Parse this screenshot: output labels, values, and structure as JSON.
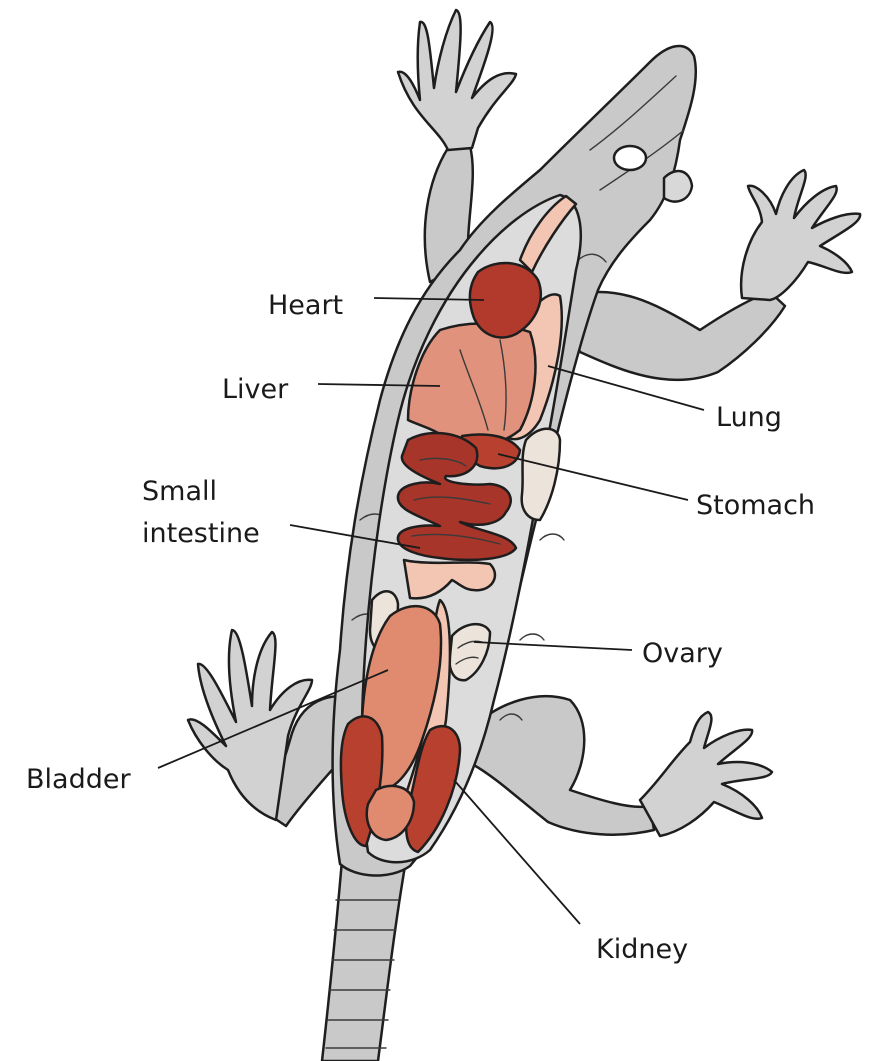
{
  "diagram": {
    "labels": {
      "heart": "Heart",
      "liver": "Liver",
      "lung": "Lung",
      "small_intestine_line1": "Small",
      "small_intestine_line2": "intestine",
      "stomach": "Stomach",
      "ovary": "Ovary",
      "bladder": "Bladder",
      "kidney": "Kidney"
    },
    "colors": {
      "skin": "#c9c9c9",
      "skin_light": "#e4e4e4",
      "body_cavity": "#d6d6d6",
      "heart": "#b23a2c",
      "liver": "#e0927c",
      "lung": "#f2c6b3",
      "intestine": "#a8352a",
      "bladder": "#e08a70",
      "kidney": "#b8402e",
      "ovary": "#ece4da",
      "outline": "#1e1e1e"
    }
  }
}
